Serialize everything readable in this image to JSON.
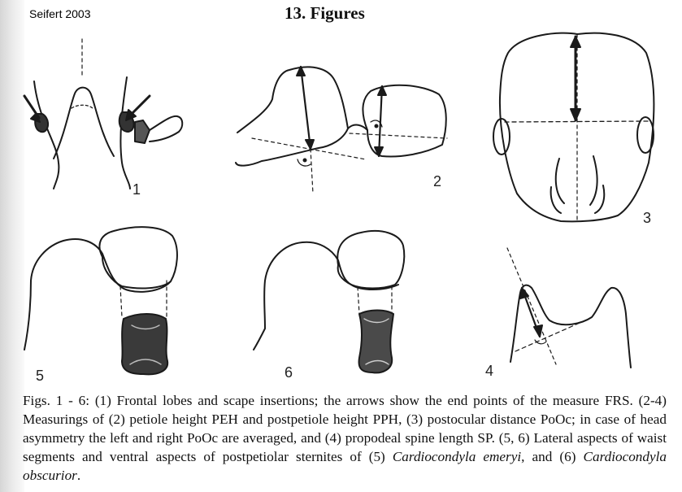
{
  "header": {
    "source": "Seifert 2003",
    "title": "13. Figures"
  },
  "figure_numbers": [
    "1",
    "2",
    "3",
    "4",
    "5",
    "6"
  ],
  "caption": {
    "part1": "Figs. 1 - 6: (1) Frontal lobes and scape insertions; the arrows show the end points of the measure FRS. (2-4) Measurings of (2) petiole height PEH and postpetiole height PPH, (3) postocular distance PoOc; in case of head asymmetry the left and right PoOc are averaged, and (4) propodeal spine length SP. (5, 6) Lateral aspects of waist segments and ventral aspects of postpetiolar sternites of (5) ",
    "species1": "Cardiocondyla emeryi",
    "part2": ", and (6) ",
    "species2": "Cardiocondyla obscurior",
    "part3": "."
  }
}
